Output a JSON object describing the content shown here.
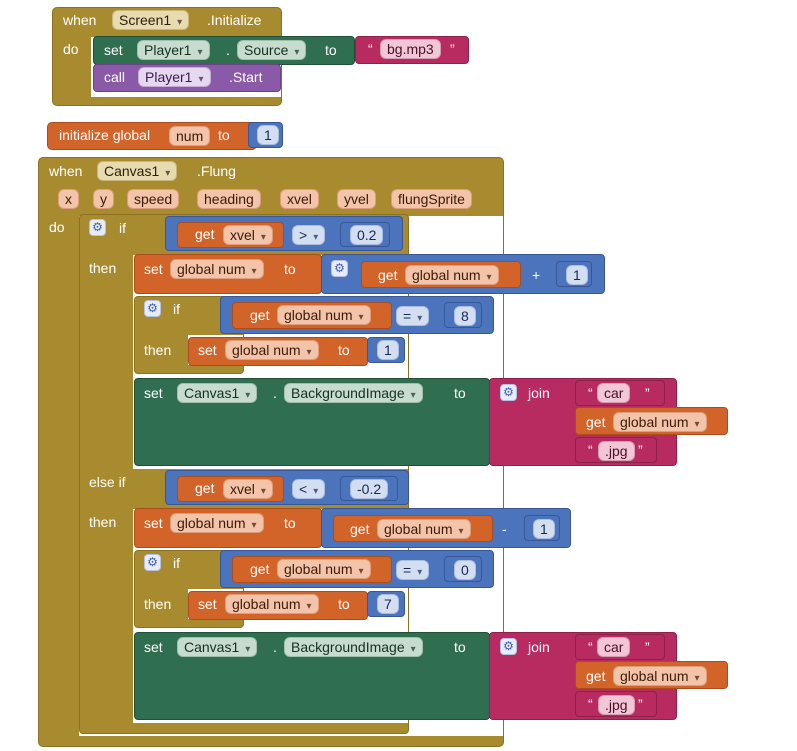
{
  "screen_init": {
    "when": "when",
    "component": "Screen1",
    "event": ".Initialize",
    "do": "do"
  },
  "set_source": {
    "set": "set",
    "component": "Player1",
    "dot": ".",
    "property": "Source",
    "to": "to",
    "value": "bg.mp3"
  },
  "call_start": {
    "call": "call",
    "component": "Player1",
    "method": ".Start"
  },
  "init_global": {
    "label": "initialize global",
    "name": "num",
    "to": "to",
    "value": "1"
  },
  "fling_event": {
    "when": "when",
    "component": "Canvas1",
    "event": ".Flung",
    "params": [
      "x",
      "y",
      "speed",
      "heading",
      "xvel",
      "yvel",
      "flungSprite"
    ],
    "do": "do"
  },
  "labels": {
    "if": "if",
    "then": "then",
    "else_if": "else if",
    "get": "get",
    "set": "set",
    "to": "to",
    "join": "join",
    "open_q": "“",
    "close_q": "”"
  },
  "vars": {
    "xvel": "xvel",
    "global_num": "global num"
  },
  "ops": {
    "gt": ">",
    "lt": "<",
    "eq": "=",
    "plus": "+",
    "minus": "-"
  },
  "values": {
    "c1": "0.2",
    "c2": "1",
    "c3": "8",
    "c4": "1",
    "c5": "-0.2",
    "c6": "1",
    "c7": "0",
    "c8": "7"
  },
  "canvas_set": {
    "component": "Canvas1",
    "dot": ".",
    "property": "BackgroundImage"
  },
  "strings": {
    "car": "car",
    "jpg": ".jpg"
  },
  "colors": {
    "event": "#a98b2f",
    "setter": "#2f6f4f",
    "variable": "#d2642a",
    "math": "#4c74bd",
    "text": "#b82b61",
    "procedure": "#8a5aa8"
  }
}
